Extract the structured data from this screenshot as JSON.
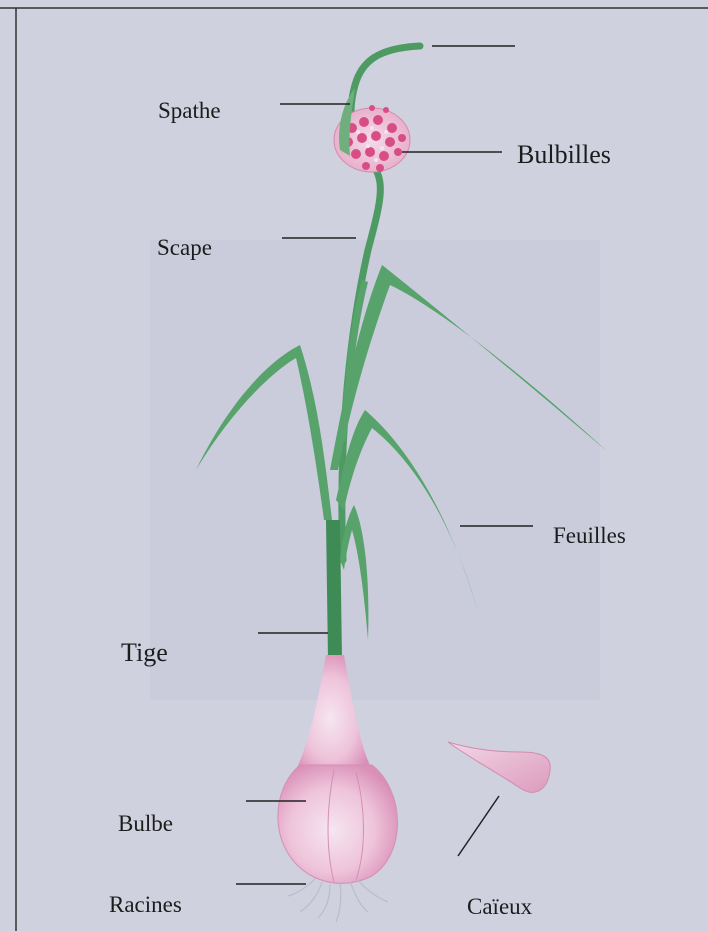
{
  "labels": {
    "spathe": "Spathe",
    "bulbilles": "Bulbilles",
    "scape": "Scape",
    "feuilles": "Feuilles",
    "tige": "Tige",
    "bulbe": "Bulbe",
    "racines": "Racines",
    "caieux": "Caïeux"
  },
  "colors": {
    "background": "#cfd1df",
    "leaf_green": "#4e9a63",
    "bulb_pink": "#e8b7d0",
    "bulbille_red": "#d94d86",
    "line": "#222222"
  }
}
